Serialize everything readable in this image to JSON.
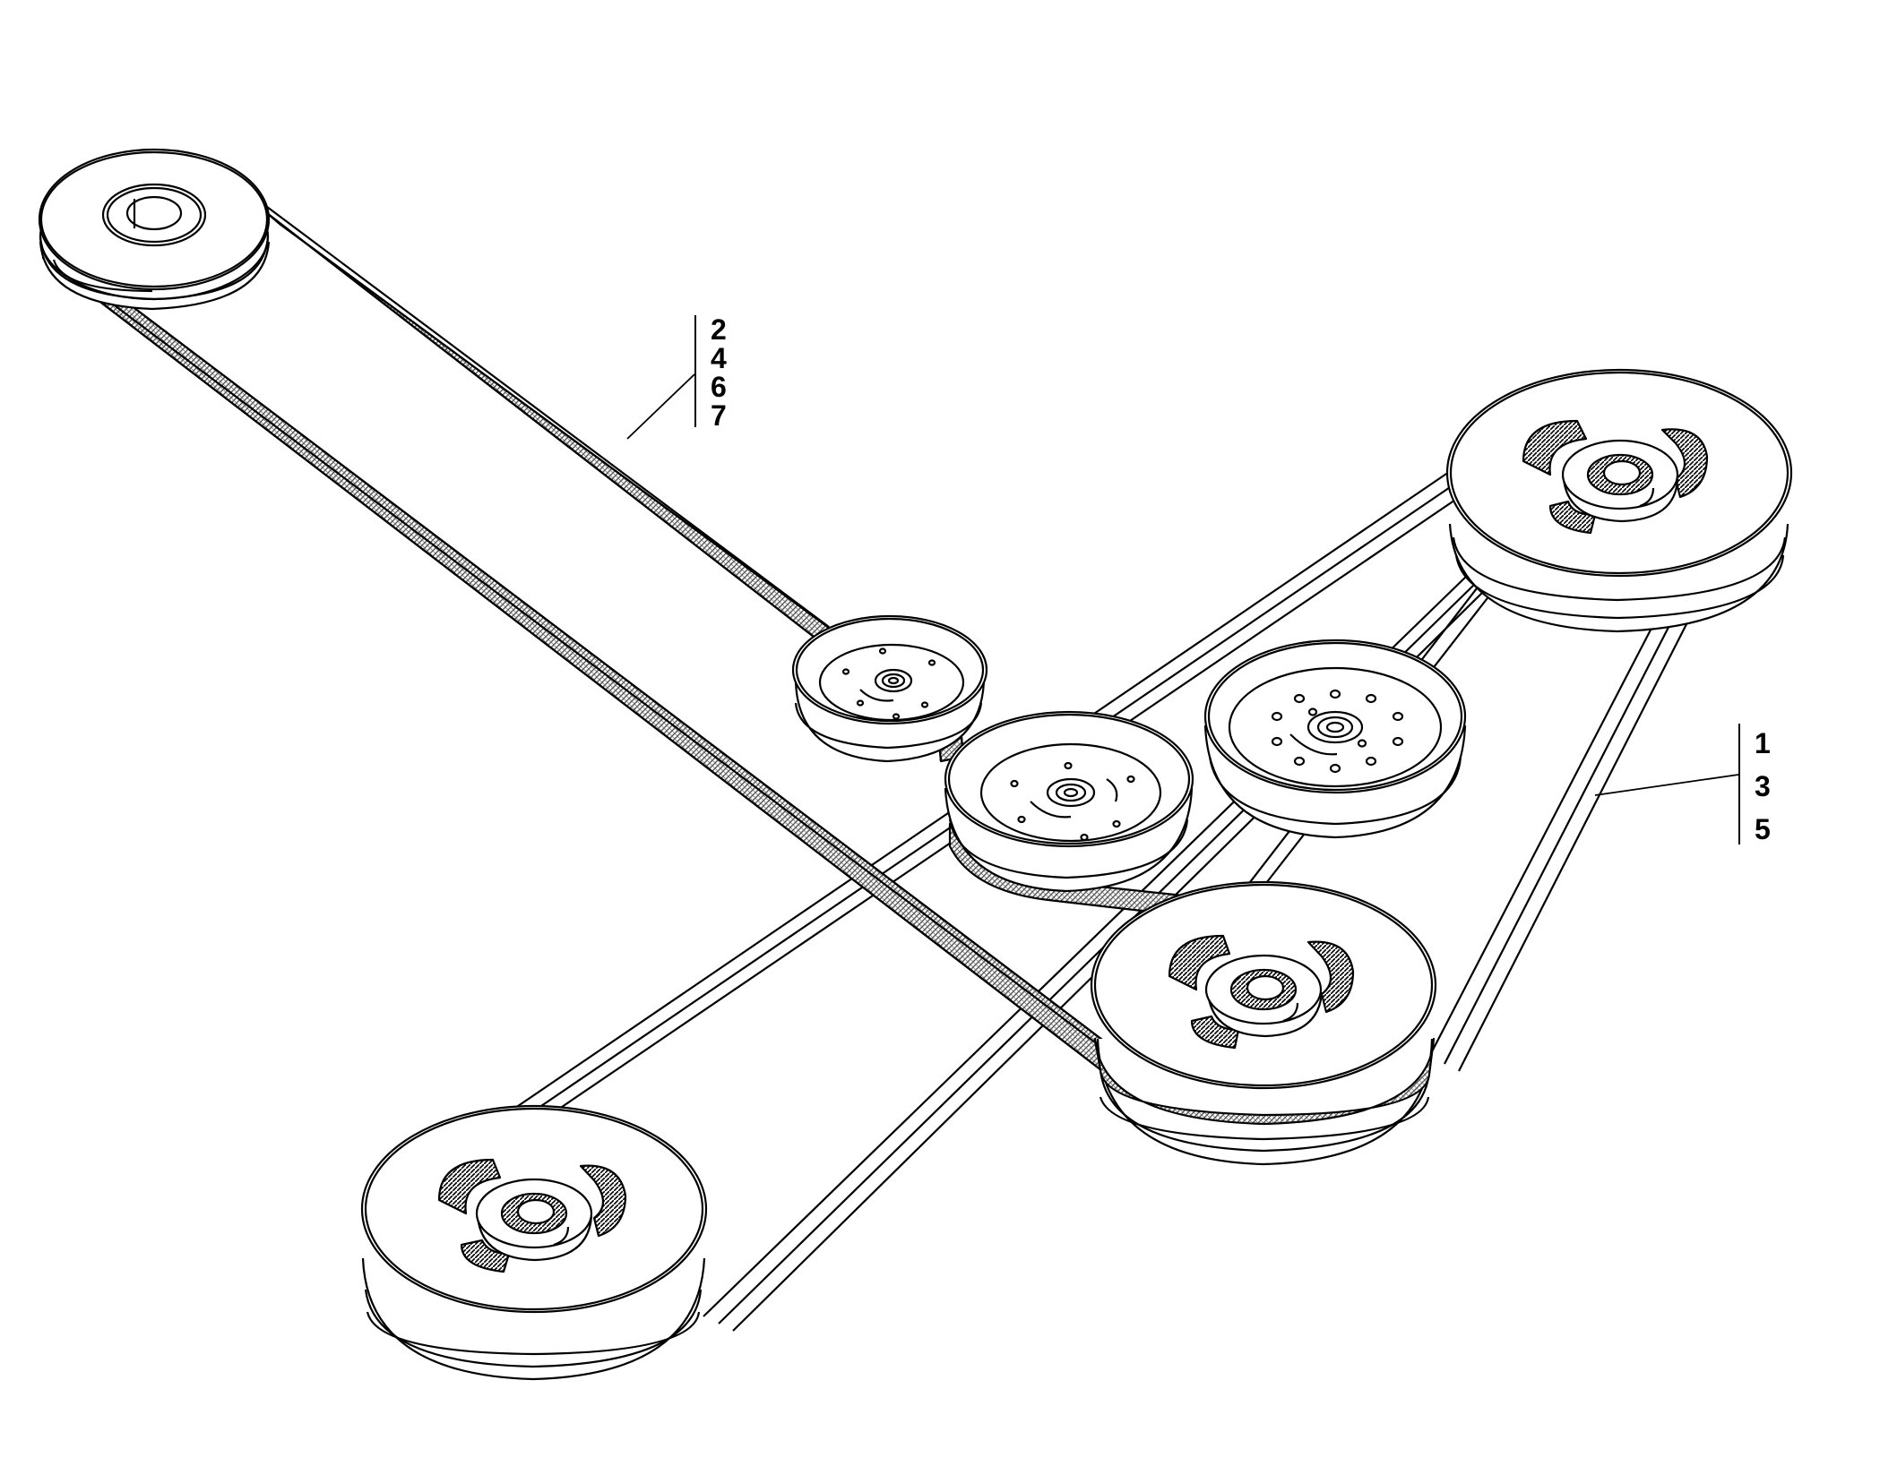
{
  "callouts": [
    {
      "items": [
        "2",
        "4",
        "6",
        "7"
      ]
    },
    {
      "items": [
        "1",
        "3",
        "5"
      ]
    }
  ],
  "colors": {
    "line": "#000000",
    "background": "#ffffff",
    "belt_hatch": "#555555"
  }
}
